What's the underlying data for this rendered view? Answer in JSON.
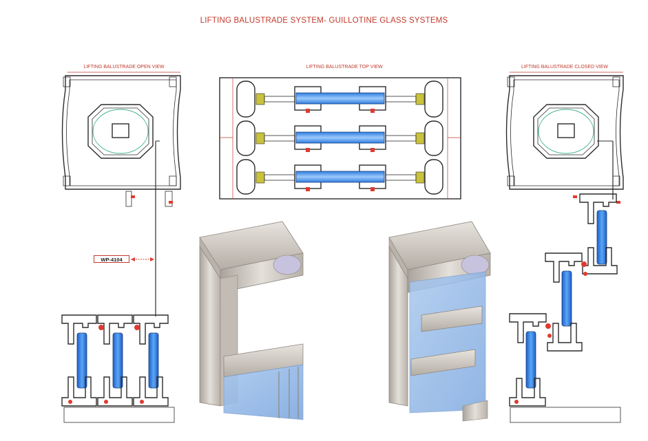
{
  "title": "LIFTING BALUSTRADE SYSTEM- GUILLOTINE GLASS SYSTEMS",
  "views": {
    "open": "LIFTING BALUSTRADE OPEN VIEW",
    "top": "LIFTING BALUSTRADE TOP VIEW",
    "closed": "LIFTING BALUSTRADE CLOSED VIEW"
  },
  "profile_code": "WP-4104",
  "colors": {
    "title_red": "#c0392b",
    "line": "#2b2b2b",
    "glass_blue": "#2f7de1",
    "accent_red": "#e03a2f",
    "gasket_yellow": "#c9c23a",
    "aluminium": "#cfcac3"
  }
}
